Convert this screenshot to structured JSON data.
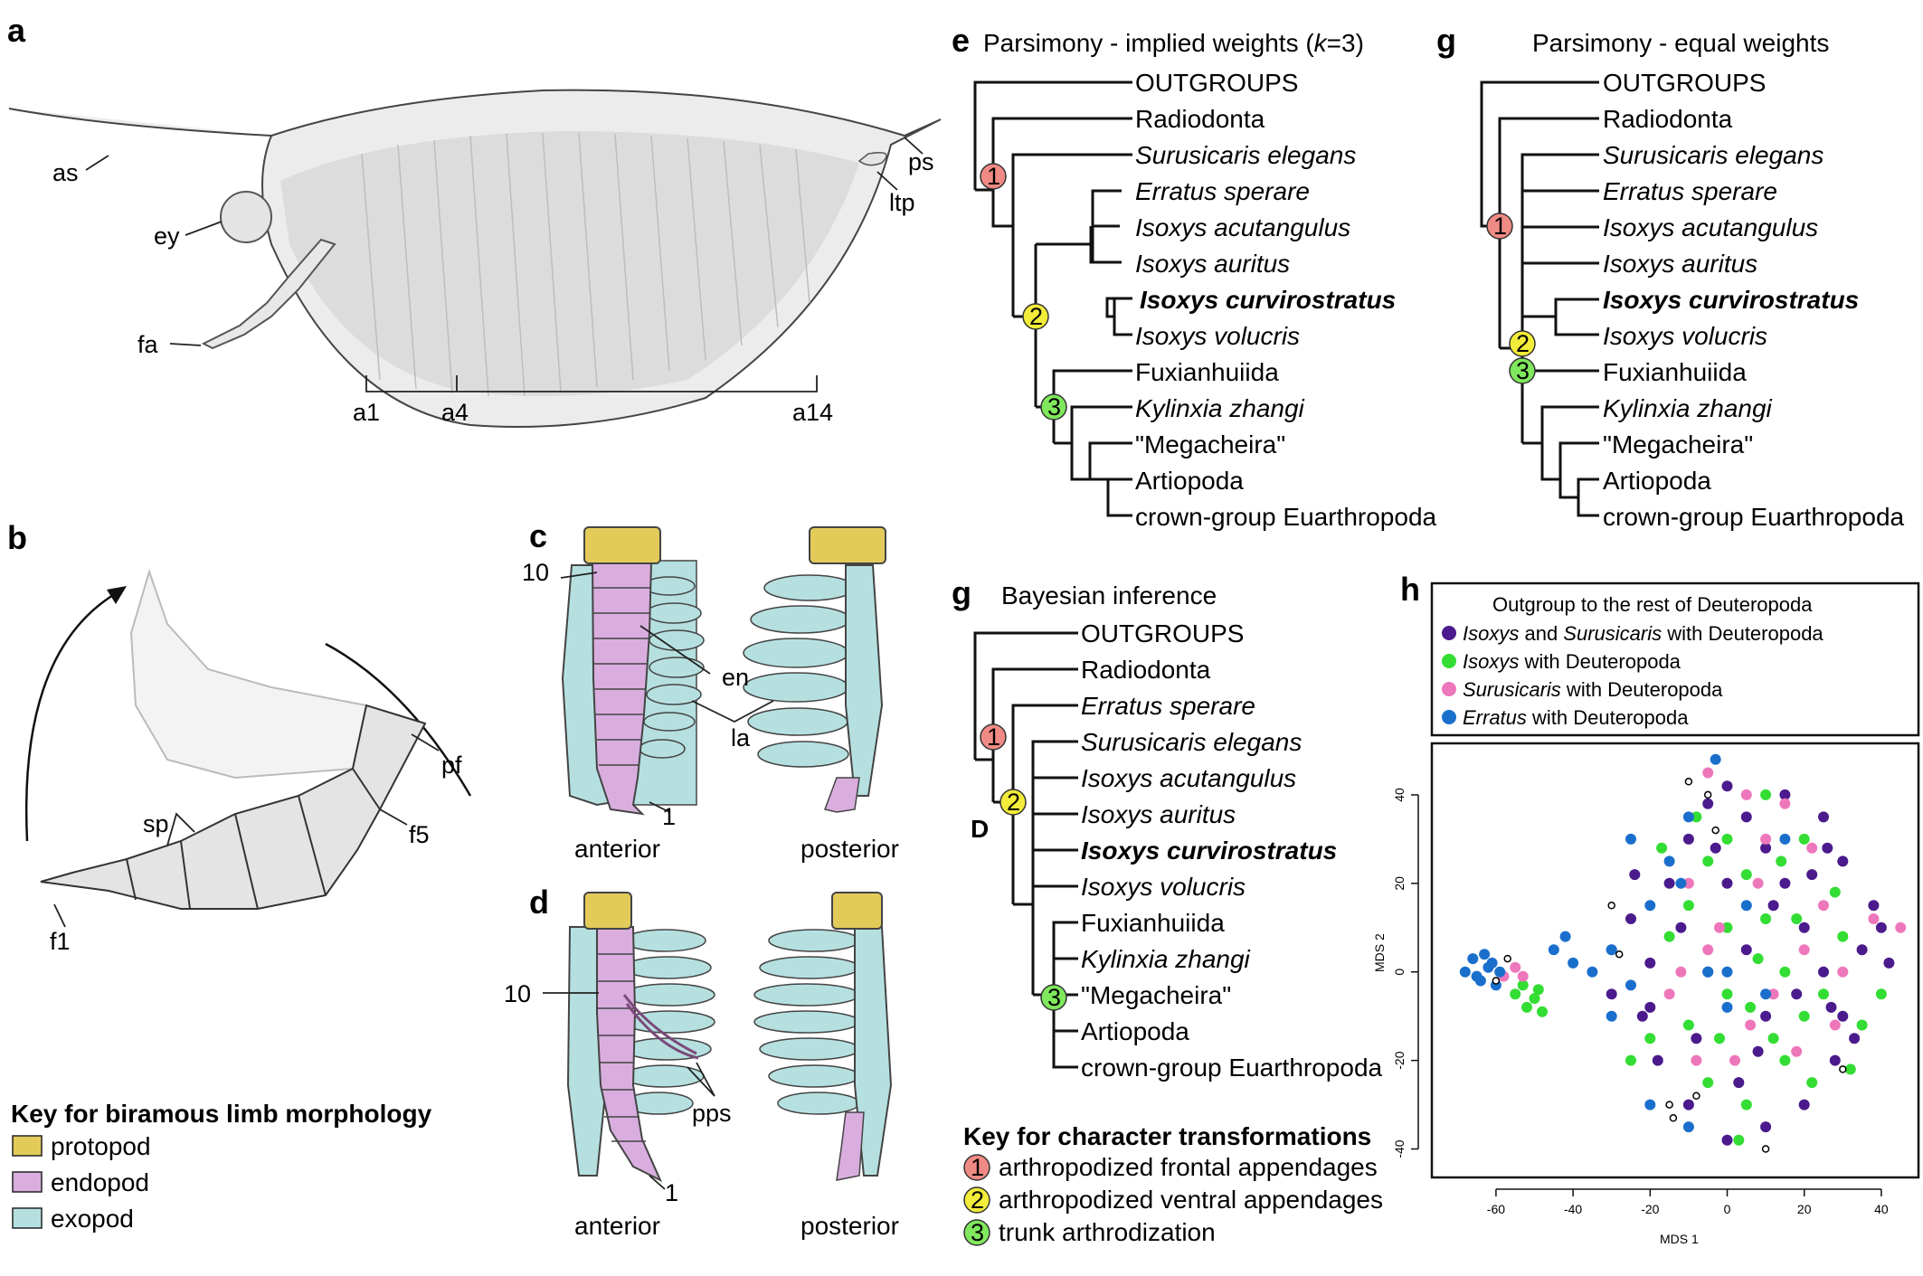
{
  "panels": {
    "a": "a",
    "b": "b",
    "c": "c",
    "d": "d",
    "e": "e",
    "g1": "g",
    "g2": "g",
    "h": "h"
  },
  "panel_a": {
    "labels": {
      "as": "as",
      "ey": "ey",
      "fa": "fa",
      "ps": "ps",
      "ltp": "ltp"
    },
    "segments": {
      "a1": "a1",
      "a4": "a4",
      "a14": "a14"
    }
  },
  "panel_b": {
    "labels": {
      "sp": "sp",
      "pf": "pf",
      "f5": "f5",
      "f1": "f1"
    }
  },
  "panel_c": {
    "labels": {
      "n10": "10",
      "en": "en",
      "la": "la",
      "n1": "1"
    },
    "views": {
      "anterior": "anterior",
      "posterior": "posterior"
    }
  },
  "panel_d": {
    "labels": {
      "n10": "10",
      "pps": "pps",
      "n1": "1"
    },
    "views": {
      "anterior": "anterior",
      "posterior": "posterior"
    }
  },
  "limb_key": {
    "title": "Key for biramous limb morphology",
    "items": [
      {
        "label": "protopod",
        "color": "#e3cb5a"
      },
      {
        "label": "endopod",
        "color": "#d9aedf"
      },
      {
        "label": "exopod",
        "color": "#b6e0e0"
      }
    ]
  },
  "tree_e": {
    "title_pre": "Parsimony - implied weights (",
    "title_k": "k",
    "title_post": "=3)",
    "taxa": [
      "OUTGROUPS",
      "Radiodonta",
      "Surusicaris elegans",
      "Erratus sperare",
      "Isoxys acutangulus",
      "Isoxys auritus",
      "Isoxys curvirostratus",
      "Isoxys volucris",
      "Fuxianhuiida",
      "Kylinxia zhangi",
      "\"Megacheira\"",
      "Artiopoda",
      "crown-group Euarthropoda"
    ]
  },
  "tree_g": {
    "title": "Parsimony - equal weights",
    "taxa": [
      "OUTGROUPS",
      "Radiodonta",
      "Surusicaris elegans",
      "Erratus sperare",
      "Isoxys acutangulus",
      "Isoxys auritus",
      "Isoxys curvirostratus",
      "Isoxys volucris",
      "Fuxianhuiida",
      "Kylinxia zhangi",
      "\"Megacheira\"",
      "Artiopoda",
      "crown-group Euarthropoda"
    ]
  },
  "tree_bayes": {
    "title": "Bayesian inference",
    "node_label": "D",
    "taxa": [
      "OUTGROUPS",
      "Radiodonta",
      "Erratus sperare",
      "Surusicaris elegans",
      "Isoxys acutangulus",
      "Isoxys auritus",
      "Isoxys curvirostratus",
      "Isoxys volucris",
      "Fuxianhuiida",
      "Kylinxia zhangi",
      "\"Megacheira\"",
      "Artiopoda",
      "crown-group Euarthropoda"
    ]
  },
  "node_markers": {
    "n1": {
      "label": "1",
      "color": "#f08a84"
    },
    "n2": {
      "label": "2",
      "color": "#f2ec3a"
    },
    "n3": {
      "label": "3",
      "color": "#7fe85c"
    }
  },
  "char_key": {
    "title": "Key for character transformations",
    "items": [
      {
        "num": "1",
        "label": "arthropodized frontal appendages",
        "color": "#f08a84"
      },
      {
        "num": "2",
        "label": "arthropodized ventral appendages",
        "color": "#f2ec3a"
      },
      {
        "num": "3",
        "label": "trunk arthrodization",
        "color": "#7fe85c"
      }
    ]
  },
  "legend_h": {
    "title": "Outgroup to the rest of Deuteropoda",
    "items": [
      {
        "i1": "Isoxys",
        "t1": " and ",
        "i2": "Surusicaris",
        "t2": " with Deuteropoda",
        "color": "#4b1a8c"
      },
      {
        "i1": "Isoxys",
        "t1": " with Deuteropoda",
        "color": "#33dd33"
      },
      {
        "i1": "Surusicaris",
        "t1": " with Deuteropoda",
        "color": "#ee77bb"
      },
      {
        "i1": "Erratus",
        "t1": " with Deuteropoda",
        "color": "#1a6fcc"
      }
    ]
  },
  "chart_data": {
    "type": "scatter",
    "xlabel": "MDS 1",
    "ylabel": "MDS 2",
    "xlim": [
      -75,
      48
    ],
    "ylim": [
      -45,
      50
    ],
    "x_ticks": [
      -60,
      -40,
      -20,
      0,
      20,
      40
    ],
    "y_ticks": [
      -40,
      -20,
      0,
      20,
      40
    ],
    "series": [
      {
        "name": "Isoxys and Surusicaris with Deuteropoda",
        "color": "#4b1a8c",
        "points": [
          [
            -30,
            5
          ],
          [
            -25,
            12
          ],
          [
            -20,
            -8
          ],
          [
            -15,
            20
          ],
          [
            -10,
            30
          ],
          [
            -5,
            38
          ],
          [
            0,
            42
          ],
          [
            5,
            35
          ],
          [
            10,
            28
          ],
          [
            15,
            20
          ],
          [
            20,
            10
          ],
          [
            25,
            0
          ],
          [
            30,
            -10
          ],
          [
            28,
            -20
          ],
          [
            20,
            -30
          ],
          [
            10,
            -35
          ],
          [
            0,
            -38
          ],
          [
            -10,
            -30
          ],
          [
            -18,
            -20
          ],
          [
            -22,
            -10
          ],
          [
            35,
            5
          ],
          [
            38,
            15
          ],
          [
            30,
            25
          ],
          [
            25,
            35
          ],
          [
            15,
            40
          ],
          [
            -5,
            0
          ],
          [
            5,
            5
          ],
          [
            10,
            -10
          ],
          [
            -12,
            10
          ],
          [
            0,
            20
          ],
          [
            12,
            15
          ],
          [
            18,
            -5
          ],
          [
            -8,
            -15
          ],
          [
            3,
            -25
          ],
          [
            22,
            22
          ],
          [
            -3,
            28
          ],
          [
            8,
            -18
          ],
          [
            27,
            -8
          ],
          [
            33,
            -15
          ],
          [
            -20,
            2
          ],
          [
            -24,
            22
          ],
          [
            26,
            28
          ],
          [
            -30,
            -5
          ],
          [
            40,
            10
          ],
          [
            42,
            2
          ]
        ]
      },
      {
        "name": "Isoxys with Deuteropoda",
        "color": "#33dd33",
        "points": [
          [
            -55,
            -5
          ],
          [
            -52,
            -8
          ],
          [
            -50,
            -6
          ],
          [
            -48,
            -9
          ],
          [
            -53,
            -3
          ],
          [
            -49,
            -4
          ],
          [
            -15,
            8
          ],
          [
            -10,
            15
          ],
          [
            -5,
            25
          ],
          [
            0,
            30
          ],
          [
            5,
            22
          ],
          [
            10,
            12
          ],
          [
            15,
            0
          ],
          [
            20,
            -10
          ],
          [
            15,
            -20
          ],
          [
            5,
            -30
          ],
          [
            -5,
            -25
          ],
          [
            -10,
            -12
          ],
          [
            0,
            -5
          ],
          [
            8,
            3
          ],
          [
            12,
            -15
          ],
          [
            18,
            12
          ],
          [
            25,
            -5
          ],
          [
            30,
            8
          ],
          [
            22,
            -25
          ],
          [
            0,
            10
          ],
          [
            -20,
            -15
          ],
          [
            35,
            -12
          ],
          [
            28,
            18
          ],
          [
            -8,
            35
          ],
          [
            10,
            40
          ],
          [
            3,
            -38
          ],
          [
            -25,
            -20
          ],
          [
            40,
            -5
          ],
          [
            6,
            -8
          ],
          [
            14,
            25
          ],
          [
            -2,
            -15
          ],
          [
            20,
            30
          ],
          [
            32,
            -22
          ],
          [
            -17,
            28
          ]
        ]
      },
      {
        "name": "Surusicaris with Deuteropoda",
        "color": "#ee77bb",
        "points": [
          [
            -58,
            -1
          ],
          [
            -55,
            1
          ],
          [
            -53,
            -1
          ],
          [
            -5,
            45
          ],
          [
            5,
            40
          ],
          [
            15,
            38
          ],
          [
            -10,
            20
          ],
          [
            -2,
            10
          ],
          [
            8,
            20
          ],
          [
            20,
            5
          ],
          [
            25,
            15
          ],
          [
            12,
            -5
          ],
          [
            -15,
            -5
          ],
          [
            -8,
            -20
          ],
          [
            6,
            -12
          ],
          [
            18,
            -18
          ],
          [
            38,
            12
          ],
          [
            45,
            10
          ],
          [
            30,
            0
          ],
          [
            22,
            28
          ],
          [
            -5,
            5
          ],
          [
            10,
            30
          ],
          [
            2,
            -20
          ],
          [
            -12,
            0
          ],
          [
            28,
            -12
          ]
        ]
      },
      {
        "name": "Erratus with Deuteropoda",
        "color": "#1a6fcc",
        "points": [
          [
            -68,
            0
          ],
          [
            -66,
            3
          ],
          [
            -64,
            -2
          ],
          [
            -62,
            1
          ],
          [
            -60,
            -3
          ],
          [
            -63,
            4
          ],
          [
            -65,
            -1
          ],
          [
            -61,
            2
          ],
          [
            -59,
            0
          ],
          [
            -45,
            5
          ],
          [
            -42,
            8
          ],
          [
            -40,
            2
          ],
          [
            -35,
            0
          ],
          [
            -30,
            5
          ],
          [
            -25,
            -3
          ],
          [
            -20,
            15
          ],
          [
            -15,
            25
          ],
          [
            -10,
            35
          ],
          [
            -5,
            0
          ],
          [
            0,
            -8
          ],
          [
            5,
            15
          ],
          [
            10,
            -5
          ],
          [
            15,
            30
          ],
          [
            -30,
            -10
          ],
          [
            -25,
            30
          ],
          [
            -10,
            -35
          ],
          [
            -20,
            -30
          ],
          [
            -3,
            48
          ],
          [
            -12,
            20
          ],
          [
            0,
            0
          ]
        ]
      },
      {
        "name": "",
        "color": "#000000",
        "points": [
          [
            -60,
            -2
          ],
          [
            -57,
            3
          ],
          [
            -10,
            43
          ],
          [
            -5,
            40
          ],
          [
            -30,
            15
          ],
          [
            -15,
            -30
          ],
          [
            -14,
            -33
          ],
          [
            -8,
            -28
          ],
          [
            30,
            -22
          ],
          [
            -3,
            32
          ],
          [
            10,
            -40
          ],
          [
            -28,
            4
          ]
        ]
      }
    ]
  }
}
